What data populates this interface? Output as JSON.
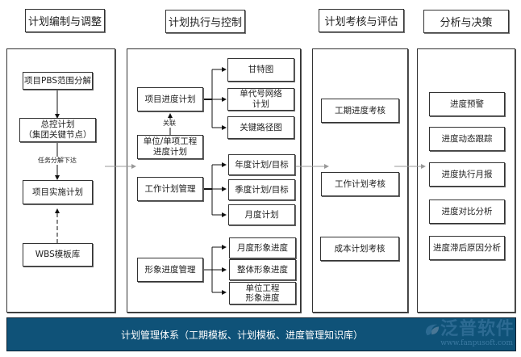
{
  "headers": {
    "planning": "计划编制与调整",
    "execution": "计划执行与控制",
    "assessment": "计划考核与评估",
    "analysis": "分析与决策"
  },
  "planning": {
    "pbs": "项目PBS范围分解",
    "master_line1": "总控计划",
    "master_line2": "（集团关键节点）",
    "task_label": "任务分解下达",
    "implementation": "项目实施计划",
    "wbs": "WBS模板库"
  },
  "execution": {
    "project_schedule": "项目进度计划",
    "relation_label": "关联",
    "unit_line1": "单位/单项工程",
    "unit_line2": "进度计划",
    "gantt": "甘特图",
    "network_line1": "单代号网络",
    "network_line2": "计划",
    "critical_path": "关键路径图",
    "work_plan": "工作计划管理",
    "annual": "年度计划/目标",
    "quarterly": "季度计划/目标",
    "monthly": "月度计划",
    "image_progress": "形象进度管理",
    "monthly_image": "月度形象进度",
    "overall_image": "整体形象进度",
    "unit_image_line1": "单位工程",
    "unit_image_line2": "形象进度"
  },
  "assessment": {
    "items": [
      "工期进度考核",
      "工作计划考核",
      "成本计划考核"
    ]
  },
  "analysis": {
    "items": [
      "进度预警",
      "进度动态跟踪",
      "进度执行月报",
      "进度对比分析",
      "进度滞后原因分析"
    ]
  },
  "footer": {
    "text": "计划管理体系（工期模板、计划模板、进度管理知识库）",
    "watermark_name": "泛普软件",
    "watermark_url": "www.fanpusoft.com"
  },
  "colors": {
    "footer_bg": "#0f5278",
    "flow_arrow": "#999999"
  }
}
